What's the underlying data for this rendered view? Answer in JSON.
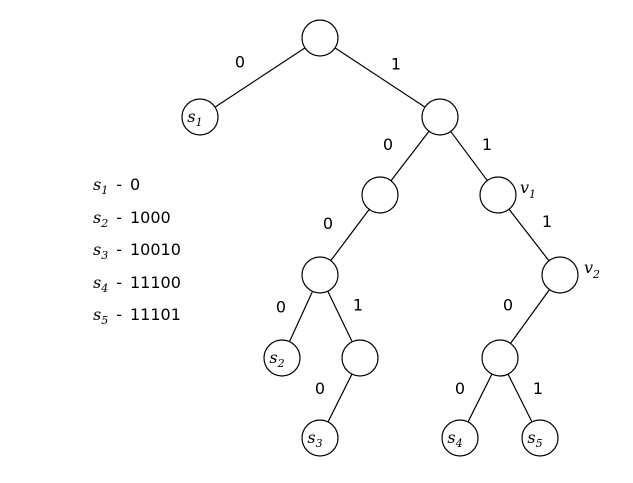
{
  "tree": {
    "nodes": [
      {
        "id": "root",
        "label": "",
        "sub": "",
        "side": ""
      },
      {
        "id": "n1",
        "label": "",
        "sub": "",
        "side": ""
      },
      {
        "id": "n10",
        "label": "",
        "sub": "",
        "side": ""
      },
      {
        "id": "n11",
        "label": "",
        "sub": "",
        "side": "v",
        "side_sub": "1"
      },
      {
        "id": "n100",
        "label": "",
        "sub": "",
        "side": ""
      },
      {
        "id": "n111",
        "label": "",
        "sub": "",
        "side": "v",
        "side_sub": "2"
      },
      {
        "id": "n1001",
        "label": "",
        "sub": "",
        "side": ""
      },
      {
        "id": "n1110",
        "label": "",
        "sub": "",
        "side": ""
      },
      {
        "id": "s1",
        "label": "s",
        "sub": "1",
        "side": ""
      },
      {
        "id": "s2",
        "label": "s",
        "sub": "2",
        "side": ""
      },
      {
        "id": "s3",
        "label": "s",
        "sub": "3",
        "side": ""
      },
      {
        "id": "s4",
        "label": "s",
        "sub": "4",
        "side": ""
      },
      {
        "id": "s5",
        "label": "s",
        "sub": "5",
        "side": ""
      }
    ],
    "edges": [
      {
        "from": "root",
        "to": "s1",
        "label": "0"
      },
      {
        "from": "root",
        "to": "n1",
        "label": "1"
      },
      {
        "from": "n1",
        "to": "n10",
        "label": "0"
      },
      {
        "from": "n1",
        "to": "n11",
        "label": "1"
      },
      {
        "from": "n10",
        "to": "n100",
        "label": "0"
      },
      {
        "from": "n100",
        "to": "s2",
        "label": "0"
      },
      {
        "from": "n100",
        "to": "n1001",
        "label": "1"
      },
      {
        "from": "n1001",
        "to": "s3",
        "label": "0"
      },
      {
        "from": "n11",
        "to": "n111",
        "label": "1"
      },
      {
        "from": "n111",
        "to": "n1110",
        "label": "0"
      },
      {
        "from": "n1110",
        "to": "s4",
        "label": "0"
      },
      {
        "from": "n1110",
        "to": "s5",
        "label": "1"
      }
    ]
  },
  "legend": [
    {
      "symbol": "s",
      "sub": "1",
      "sep": "-",
      "code": "0"
    },
    {
      "symbol": "s",
      "sub": "2",
      "sep": "-",
      "code": "1000"
    },
    {
      "symbol": "s",
      "sub": "3",
      "sep": "-",
      "code": "10010"
    },
    {
      "symbol": "s",
      "sub": "4",
      "sep": "-",
      "code": "11100"
    },
    {
      "symbol": "s",
      "sub": "5",
      "sep": "-",
      "code": "11101"
    }
  ]
}
